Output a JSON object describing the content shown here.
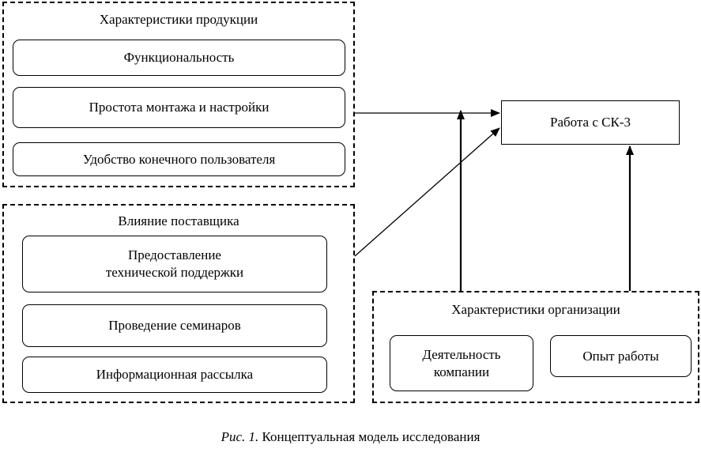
{
  "groups": {
    "product": {
      "title": "Характеристики продукции",
      "items": [
        "Функциональность",
        "Простота монтажа и настройки",
        "Удобство конечного пользователя"
      ]
    },
    "supplier": {
      "title": "Влияние поставщика",
      "items": [
        "Предоставление\nтехнической поддержки",
        "Проведение семинаров",
        "Информационная рассылка"
      ]
    },
    "organization": {
      "title": "Характеристики организации",
      "items": [
        "Деятельность\nкомпании",
        "Опыт работы"
      ]
    }
  },
  "target": {
    "label": "Работа с СК-3"
  },
  "caption": {
    "prefix": "Рис. 1.",
    "text": " Концептуальная модель исследования"
  }
}
